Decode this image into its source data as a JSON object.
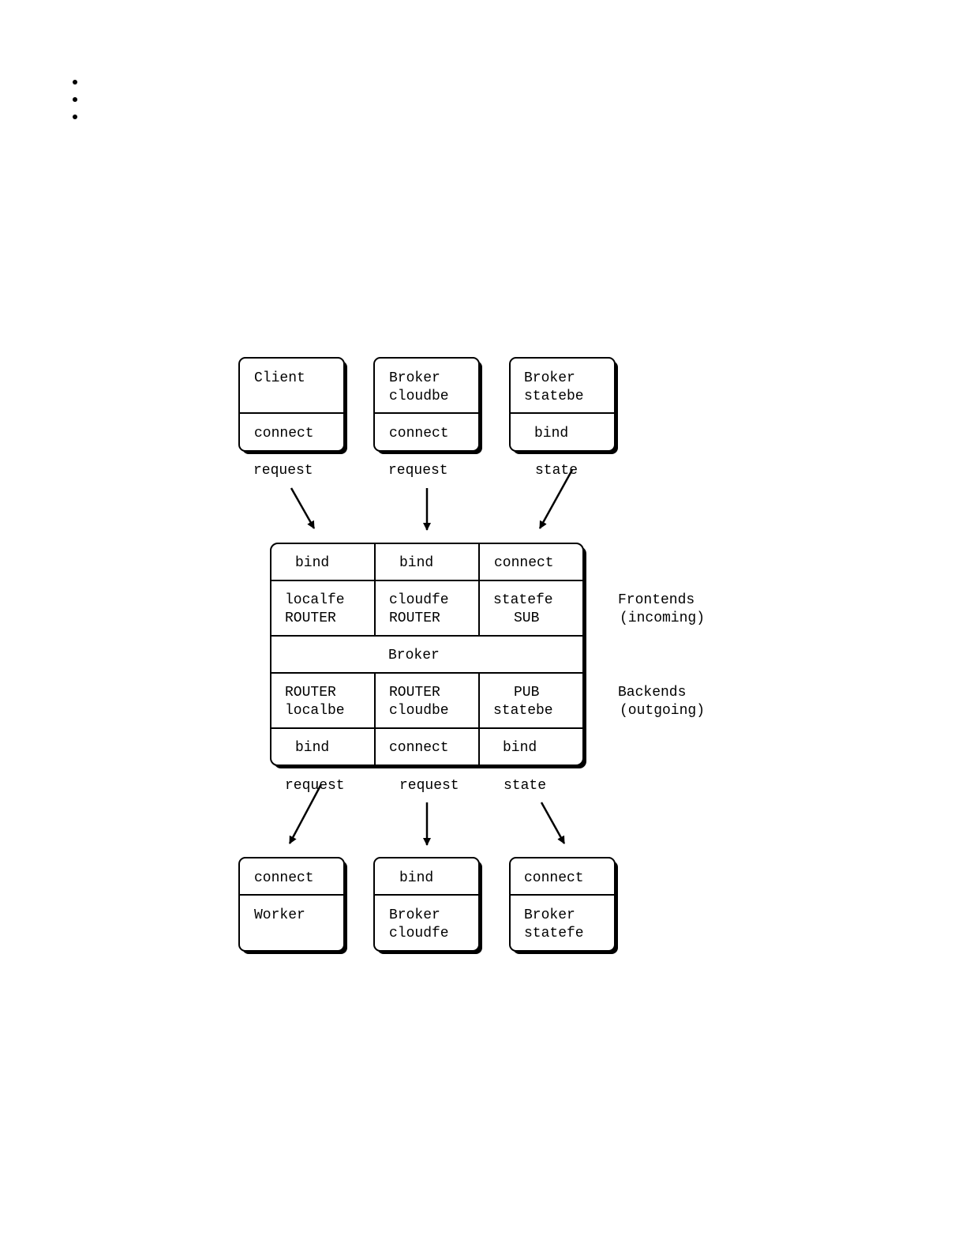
{
  "top_nodes": [
    {
      "lines": [
        "Client"
      ],
      "socket": "connect",
      "flow": "request"
    },
    {
      "lines": [
        "Broker",
        "cloudbe"
      ],
      "socket": "connect",
      "flow": "request"
    },
    {
      "lines": [
        "Broker",
        "statebe"
      ],
      "socket": "bind",
      "flow": "state"
    }
  ],
  "broker": {
    "frontend_bind": [
      "bind",
      "bind",
      "connect"
    ],
    "frontend_sockets": [
      [
        "localfe",
        "ROUTER"
      ],
      [
        "cloudfe",
        "ROUTER"
      ],
      [
        "statefe",
        "SUB"
      ]
    ],
    "name": "Broker",
    "backend_sockets": [
      [
        "ROUTER",
        "localbe"
      ],
      [
        "ROUTER",
        "cloudbe"
      ],
      [
        "PUB",
        "statebe"
      ]
    ],
    "backend_bind": [
      "bind",
      "connect",
      "bind"
    ],
    "frontends_label": [
      "Frontends",
      "(incoming)"
    ],
    "backends_label": [
      "Backends",
      "(outgoing)"
    ]
  },
  "bottom_flows": [
    "request",
    "request",
    "state"
  ],
  "bottom_nodes": [
    {
      "socket": "connect",
      "lines": [
        "Worker"
      ]
    },
    {
      "socket": "bind",
      "lines": [
        "Broker",
        "cloudfe"
      ]
    },
    {
      "socket": "connect",
      "lines": [
        "Broker",
        "statefe"
      ]
    }
  ]
}
